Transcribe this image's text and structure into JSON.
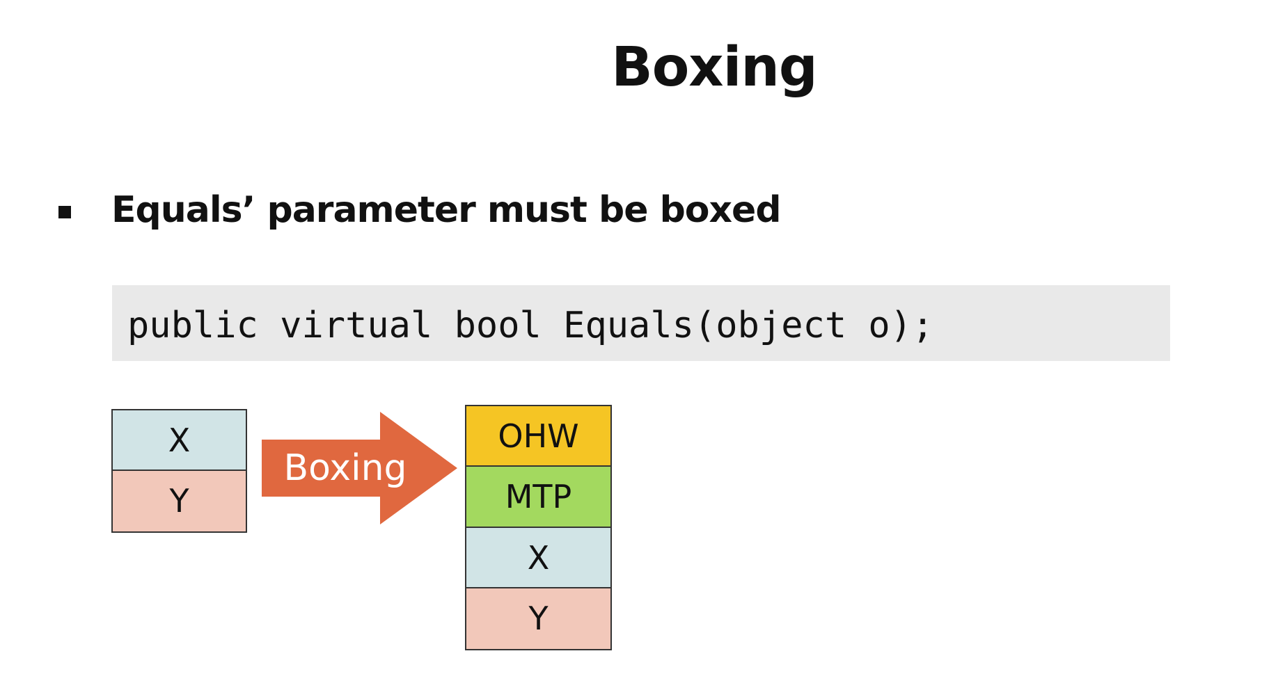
{
  "slide": {
    "title": "Boxing"
  },
  "bullet": {
    "text": "Equals’ parameter must be boxed"
  },
  "code": {
    "text": "public virtual bool Equals(object o);"
  },
  "diagram": {
    "value_stack": {
      "cells": [
        {
          "label": "X",
          "color": "#d1e4e6"
        },
        {
          "label": "Y",
          "color": "#f2c8ba"
        }
      ]
    },
    "arrow": {
      "label": "Boxing",
      "color": "#e0683f"
    },
    "boxed_stack": {
      "cells": [
        {
          "label": "OHW",
          "color": "#f5c524"
        },
        {
          "label": "MTP",
          "color": "#a3d95f"
        },
        {
          "label": "X",
          "color": "#d1e4e6"
        },
        {
          "label": "Y",
          "color": "#f2c8ba"
        }
      ]
    }
  }
}
